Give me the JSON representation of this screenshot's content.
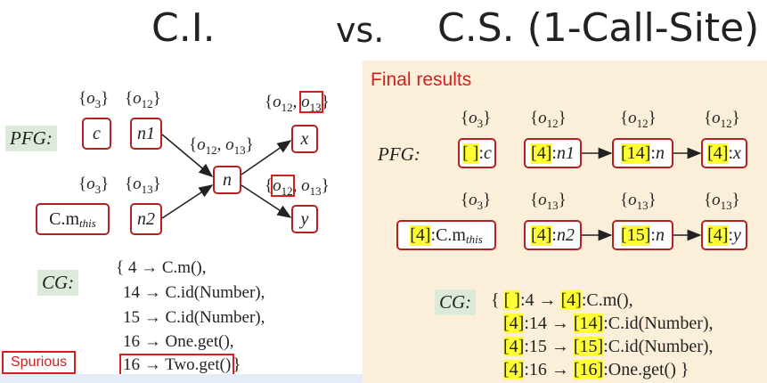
{
  "slide": {
    "title_left": "C.I.",
    "title_vs": "vs.",
    "title_right": "C.S. (1-Call-Site)"
  },
  "ci": {
    "pfg_label": "PFG:",
    "cg_label": "CG:",
    "nodes": {
      "c": {
        "label": "c",
        "pts": "o3"
      },
      "n1": {
        "label": "n1",
        "pts": "o12"
      },
      "cm": {
        "label": "C.m",
        "sub": "this",
        "pts": "o3"
      },
      "n2": {
        "label": "n2",
        "pts": "o13"
      },
      "n": {
        "label": "n",
        "pts_a": "o12",
        "pts_b": "o13"
      },
      "x": {
        "label": "x",
        "pts_a": "o12",
        "pts_b": "o13"
      },
      "y": {
        "label": "y",
        "pts_a": "o12",
        "pts_b": "o13"
      }
    },
    "cg_lines": [
      "{ 4 → C.m(),",
      "14 → C.id(Number),",
      "15 → C.id(Number),",
      "16 → One.get(),",
      "16 → Two.get()"
    ],
    "cg_close": "}",
    "spurious_label": "Spurious"
  },
  "cs": {
    "final_results": "Final results",
    "pfg_label": "PFG:",
    "cg_label": "CG:",
    "row1": [
      {
        "ctx": "[ ]",
        "var": "c",
        "pts": "o3"
      },
      {
        "ctx": "[4]",
        "var": "n1",
        "pts": "o12"
      },
      {
        "ctx": "[14]",
        "var": "n",
        "pts": "o12"
      },
      {
        "ctx": "[4]",
        "var": "x",
        "pts": "o12"
      }
    ],
    "row2": [
      {
        "ctx": "[4]",
        "var": "C.m",
        "sub": "this",
        "pts": "o3"
      },
      {
        "ctx": "[4]",
        "var": "n2",
        "pts": "o13"
      },
      {
        "ctx": "[15]",
        "var": "n",
        "pts": "o13"
      },
      {
        "ctx": "[4]",
        "var": "y",
        "pts": "o13"
      }
    ],
    "cg_lines": [
      {
        "open": "{ ",
        "ctx1": "[ ]",
        "text1": ":4 → ",
        "ctx2": "[4]",
        "text2": ":C.m(),"
      },
      {
        "open": "",
        "ctx1": "[4]",
        "text1": ":14 → ",
        "ctx2": "[14]",
        "text2": ":C.id(Number),"
      },
      {
        "open": "",
        "ctx1": "[4]",
        "text1": ":15 → ",
        "ctx2": "[15]",
        "text2": ":C.id(Number),"
      },
      {
        "open": "",
        "ctx1": "[4]",
        "text1": ":16 → ",
        "ctx2": "[16]",
        "text2": ":One.get() }"
      }
    ]
  },
  "colors": {
    "node_border": "#b22222",
    "highlight": "#ffff33",
    "accent_red": "#d21f1f",
    "pane_bg": "#fcefd9",
    "label_bg": "#dcebd9"
  }
}
